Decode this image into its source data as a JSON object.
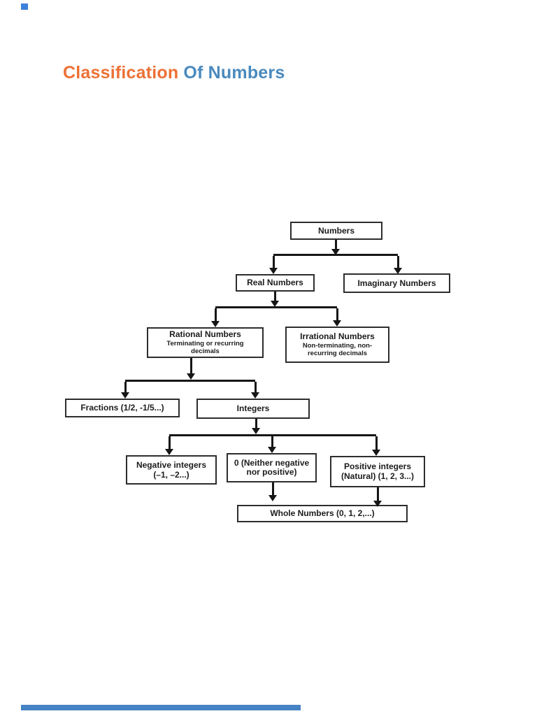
{
  "page": {
    "title": {
      "part1": "Classification",
      "part2": "Of Numbers"
    },
    "colors": {
      "title_orange": "#ED7136",
      "title_blue": "#4A8ABE",
      "accent_square_blue": "#3D7FDB",
      "accent_bar_blue": "#4583C4",
      "diagram_line": "#161616",
      "box_border": "#2D2D2D",
      "text_dark": "#1C1C1C"
    }
  },
  "diagram": {
    "nodes": {
      "numbers": {
        "label": "Numbers"
      },
      "real": {
        "label": "Real Numbers"
      },
      "imaginary": {
        "label": "Imaginary Numbers"
      },
      "rational": {
        "label": "Rational Numbers",
        "sub": "Terminating or recurring\ndecimals"
      },
      "irrational": {
        "label": "Irrational Numbers",
        "sub": "Non-terminating, non-\nrecurring decimals"
      },
      "fractions": {
        "label": "Fractions (1/2, -1/5...)"
      },
      "integers": {
        "label": "Integers"
      },
      "negative": {
        "label": "Negative integers",
        "sub": "(–1, –2...)"
      },
      "zero": {
        "label": "0 (Neither negative\nnor positive)"
      },
      "positive": {
        "label": "Positive integers",
        "sub": "(Natural) (1, 2, 3...)"
      },
      "whole": {
        "label": "Whole Numbers (0, 1, 2,...)"
      }
    }
  }
}
